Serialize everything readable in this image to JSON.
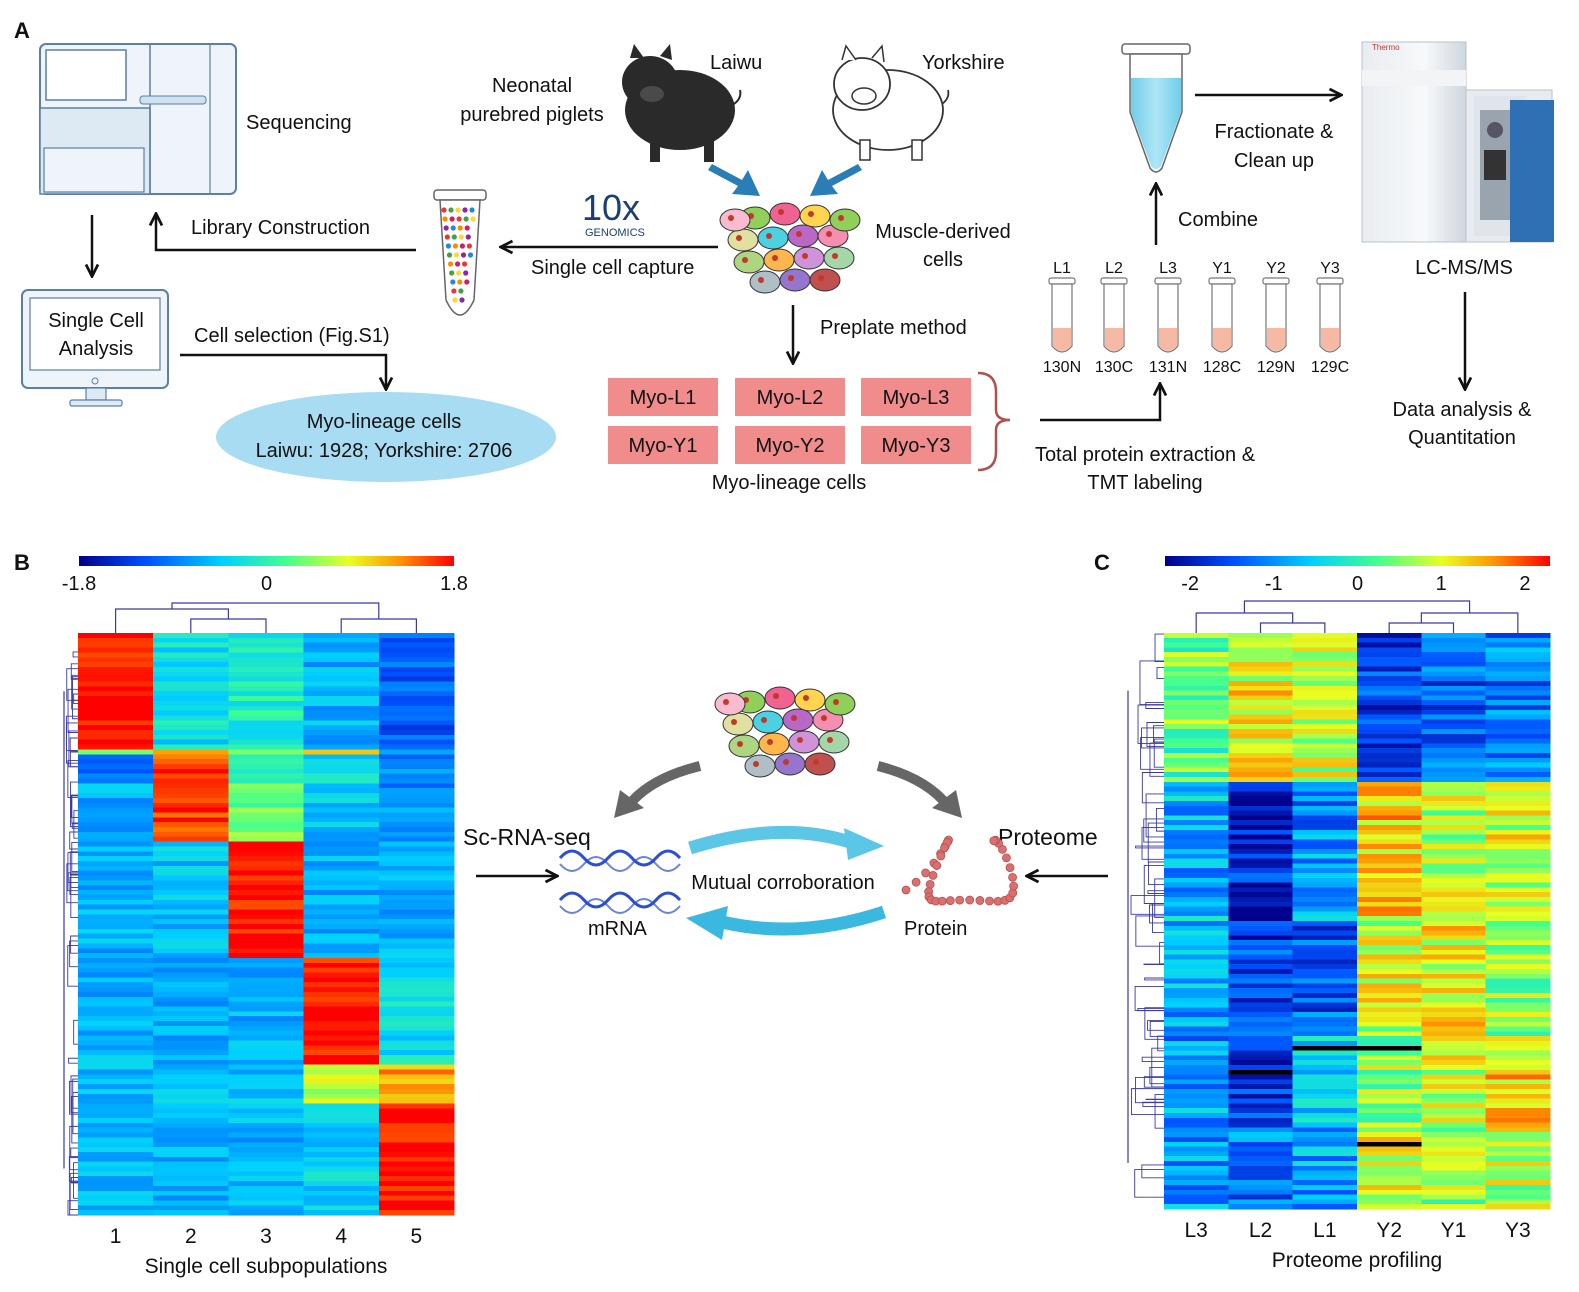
{
  "panels": {
    "a": "A",
    "b": "B",
    "c": "C"
  },
  "workflow": {
    "sequencing": "Sequencing",
    "library_construction": "Library Construction",
    "single_cell_analysis": [
      "Single Cell",
      "Analysis"
    ],
    "cell_selection": "Cell selection (Fig.S1)",
    "myo_lineage_title": "Myo-lineage cells",
    "myo_lineage_counts": "Laiwu: 1928; Yorkshire: 2706",
    "genomics_logo_big": "10x",
    "genomics_logo_small": "GENOMICS",
    "single_cell_capture": "Single cell capture",
    "neonatal": [
      "Neonatal",
      "purebred  piglets"
    ],
    "laiwu": "Laiwu",
    "yorkshire": "Yorkshire",
    "muscle_derived": [
      "Muscle-derived",
      "cells"
    ],
    "preplate_method": "Preplate method",
    "myo_boxes": [
      "Myo-L1",
      "Myo-L2",
      "Myo-L3",
      "Myo-Y1",
      "Myo-Y2",
      "Myo-Y3"
    ],
    "myo_boxes_caption": "Myo-lineage cells",
    "total_protein": [
      "Total protein extraction &",
      "TMT labeling"
    ],
    "tube_labels": [
      "L1",
      "L2",
      "L3",
      "Y1",
      "Y2",
      "Y3"
    ],
    "tmt_labels": [
      "130N",
      "130C",
      "131N",
      "128C",
      "129N",
      "129C"
    ],
    "combine": "Combine",
    "fractionate": [
      "Fractionate &",
      "Clean up"
    ],
    "instrument_brand": "Thermo",
    "lcms": "LC-MS/MS",
    "data_analysis": [
      "Data analysis &",
      "Quantitation"
    ]
  },
  "center": {
    "sc_rna_seq": "Sc-RNA-seq",
    "proteome": "Proteome",
    "mutual": "Mutual corroboration",
    "mrna": "mRNA",
    "protein": "Protein"
  },
  "colors": {
    "myo_box": "#f08c8c",
    "ellipse": "#a8dcf3",
    "tube_liquid": "#7fd6ee",
    "cycle_arrow": "#5cc6e6",
    "down_arrow": "#2a7db5",
    "dendrogram": "#3a3aa0",
    "protein_bead": "#d9706f",
    "dna": "#2a4fcf"
  },
  "chart_data": [
    {
      "type": "heatmap",
      "xlabel": "Single cell subpopulations",
      "categories": [
        "1",
        "2",
        "3",
        "4",
        "5"
      ],
      "colorbar": {
        "ticks": [
          "-1.8",
          "0",
          "1.8"
        ],
        "range": [
          -1.8,
          1.8
        ]
      },
      "blocks": [
        {
          "rows": 0.2,
          "values": [
            1.8,
            -0.3,
            -0.1,
            -0.6,
            -1.1
          ]
        },
        {
          "rows": 0.01,
          "values": [
            0.5,
            1.0,
            0.3,
            1.0,
            -0.5
          ]
        },
        {
          "rows": 0.05,
          "values": [
            -0.9,
            1.6,
            -0.2,
            -0.3,
            -0.8
          ]
        },
        {
          "rows": 0.1,
          "values": [
            -0.6,
            1.6,
            0.3,
            -0.5,
            -0.8
          ]
        },
        {
          "rows": 0.2,
          "values": [
            -0.6,
            -0.5,
            1.8,
            -0.6,
            -0.6
          ]
        },
        {
          "rows": 0.18,
          "values": [
            -0.6,
            -0.6,
            -0.6,
            1.8,
            -0.3
          ]
        },
        {
          "rows": 0.07,
          "values": [
            -0.6,
            -0.5,
            -0.5,
            0.6,
            1.2
          ]
        },
        {
          "rows": 0.19,
          "values": [
            -0.5,
            -0.6,
            -0.6,
            -0.4,
            1.8
          ]
        }
      ]
    },
    {
      "type": "heatmap",
      "xlabel": "Proteome profiling",
      "categories": [
        "L3",
        "L2",
        "L1",
        "Y2",
        "Y1",
        "Y3"
      ],
      "colorbar": {
        "ticks": [
          "-2",
          "-1",
          "0",
          "1",
          "2"
        ],
        "range": [
          -2.3,
          2.3
        ]
      },
      "blocks": [
        {
          "rows": 0.26,
          "values": [
            0.4,
            1.1,
            0.8,
            -1.6,
            -1.3,
            -1.2
          ]
        },
        {
          "rows": 0.24,
          "values": [
            -0.8,
            -1.8,
            -1.0,
            1.3,
            0.8,
            0.9
          ]
        },
        {
          "rows": 0.2,
          "values": [
            -0.9,
            -1.6,
            -1.4,
            0.9,
            1.1,
            0.6
          ]
        },
        {
          "rows": 0.16,
          "values": [
            -1.0,
            -1.6,
            -0.6,
            0.6,
            0.9,
            1.2
          ]
        },
        {
          "rows": 0.14,
          "values": [
            -0.9,
            -1.2,
            -0.9,
            0.9,
            0.6,
            0.8
          ]
        }
      ]
    }
  ]
}
